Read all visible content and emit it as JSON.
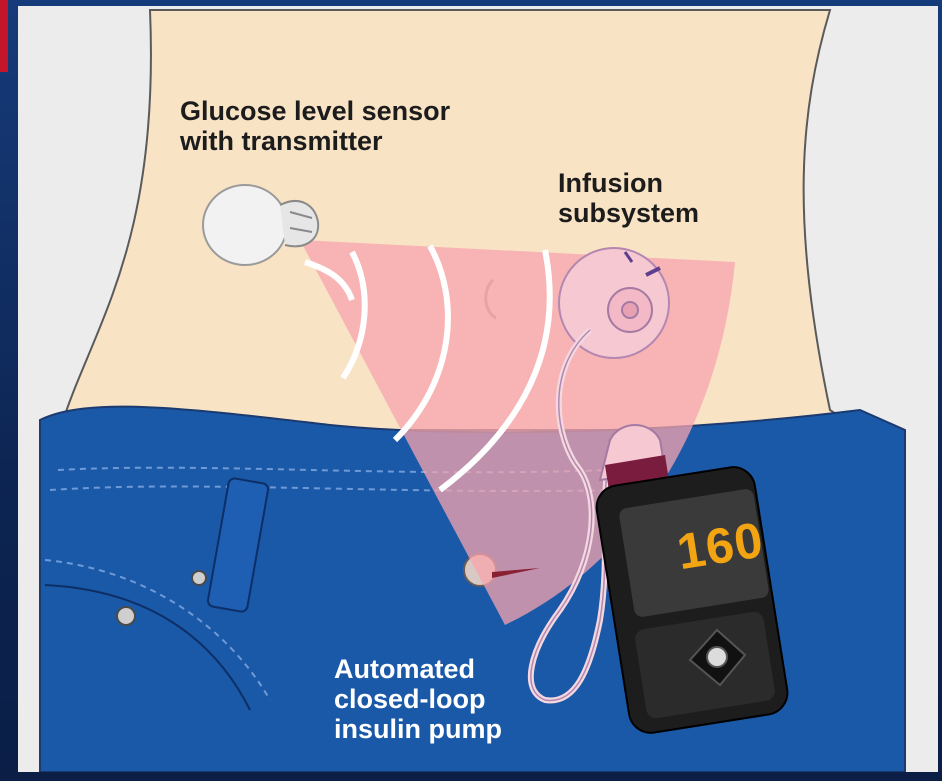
{
  "labels": {
    "sensor": [
      "Glucose level sensor",
      "with transmitter"
    ],
    "infusion": [
      "Infusion",
      "subsystem"
    ],
    "pump": [
      "Automated",
      "closed-loop",
      "insulin pump"
    ]
  },
  "pump_display": {
    "glucose_value": "160"
  },
  "colors": {
    "skin": "#f9e3c5",
    "jeans": "#1a58a8",
    "signal": "#f7a4ae",
    "pump_body": "#1d1d1d",
    "display_value": "#f3a413"
  },
  "icons": [
    "sensor-icon",
    "infusion-site-icon",
    "insulin-pump-icon",
    "signal-waves-icon"
  ]
}
